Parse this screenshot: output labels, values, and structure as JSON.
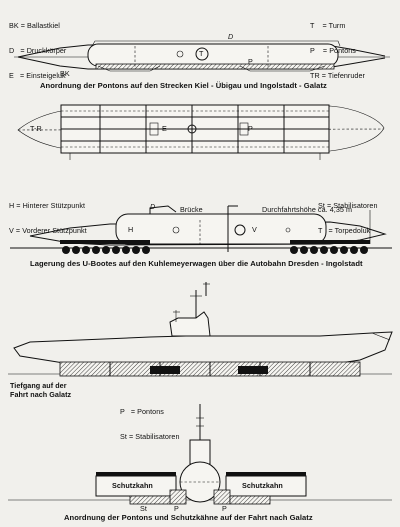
{
  "legend_top_left": [
    {
      "abbr": "BK",
      "text": "Ballastkiel"
    },
    {
      "abbr": "D",
      "text": "Druckkörper"
    },
    {
      "abbr": "E",
      "text": "Einsteigeluk"
    }
  ],
  "legend_top_right": [
    {
      "abbr": "T",
      "text": "Turm"
    },
    {
      "abbr": "P",
      "text": "Pontons"
    },
    {
      "abbr": "TR",
      "text": "Tiefenruder"
    }
  ],
  "fig1": {
    "label_D": "D",
    "label_BK": "BK",
    "label_P": "P",
    "label_T": "T",
    "caption": "Anordnung der Pontons auf den Strecken Kiel - Übigau und Ingolstadt - Galatz"
  },
  "fig2": {
    "label_TR": "T-R",
    "label_E": "E",
    "label_P": "P"
  },
  "legend_mid_left": [
    {
      "abbr": "H",
      "text": "Hinterer Stützpunkt"
    },
    {
      "abbr": "V",
      "text": "Vorderer Stützpunkt"
    }
  ],
  "legend_mid_right": [
    {
      "abbr": "St",
      "text": "Stabilisatoren"
    },
    {
      "abbr": "T",
      "text": "Torpedoluk"
    }
  ],
  "fig3": {
    "bruecke": "Brücke",
    "durchfahrt": "Durchfahrtshöhe ca. 4,35 m",
    "label_D": "D",
    "label_H": "H",
    "label_V": "V",
    "caption": "Lagerung des U-Bootes auf den Kuhlemeyerwagen über die Autobahn Dresden - Ingolstadt"
  },
  "fig4": {
    "tiefgang_1": "Tiefgang auf der",
    "tiefgang_2": "Fahrt nach Galatz"
  },
  "legend_bottom": [
    {
      "abbr": "P",
      "text": "Pontons"
    },
    {
      "abbr": "St",
      "text": "Stabilisatoren"
    }
  ],
  "fig5": {
    "schutzkahn_left": "Schutzkahn",
    "schutzkahn_right": "Schutzkahn",
    "label_P_left": "P",
    "label_P_right": "P",
    "label_St": "St",
    "caption": "Anordnung der Pontons und Schutzkähne auf der Fahrt nach Galatz"
  }
}
